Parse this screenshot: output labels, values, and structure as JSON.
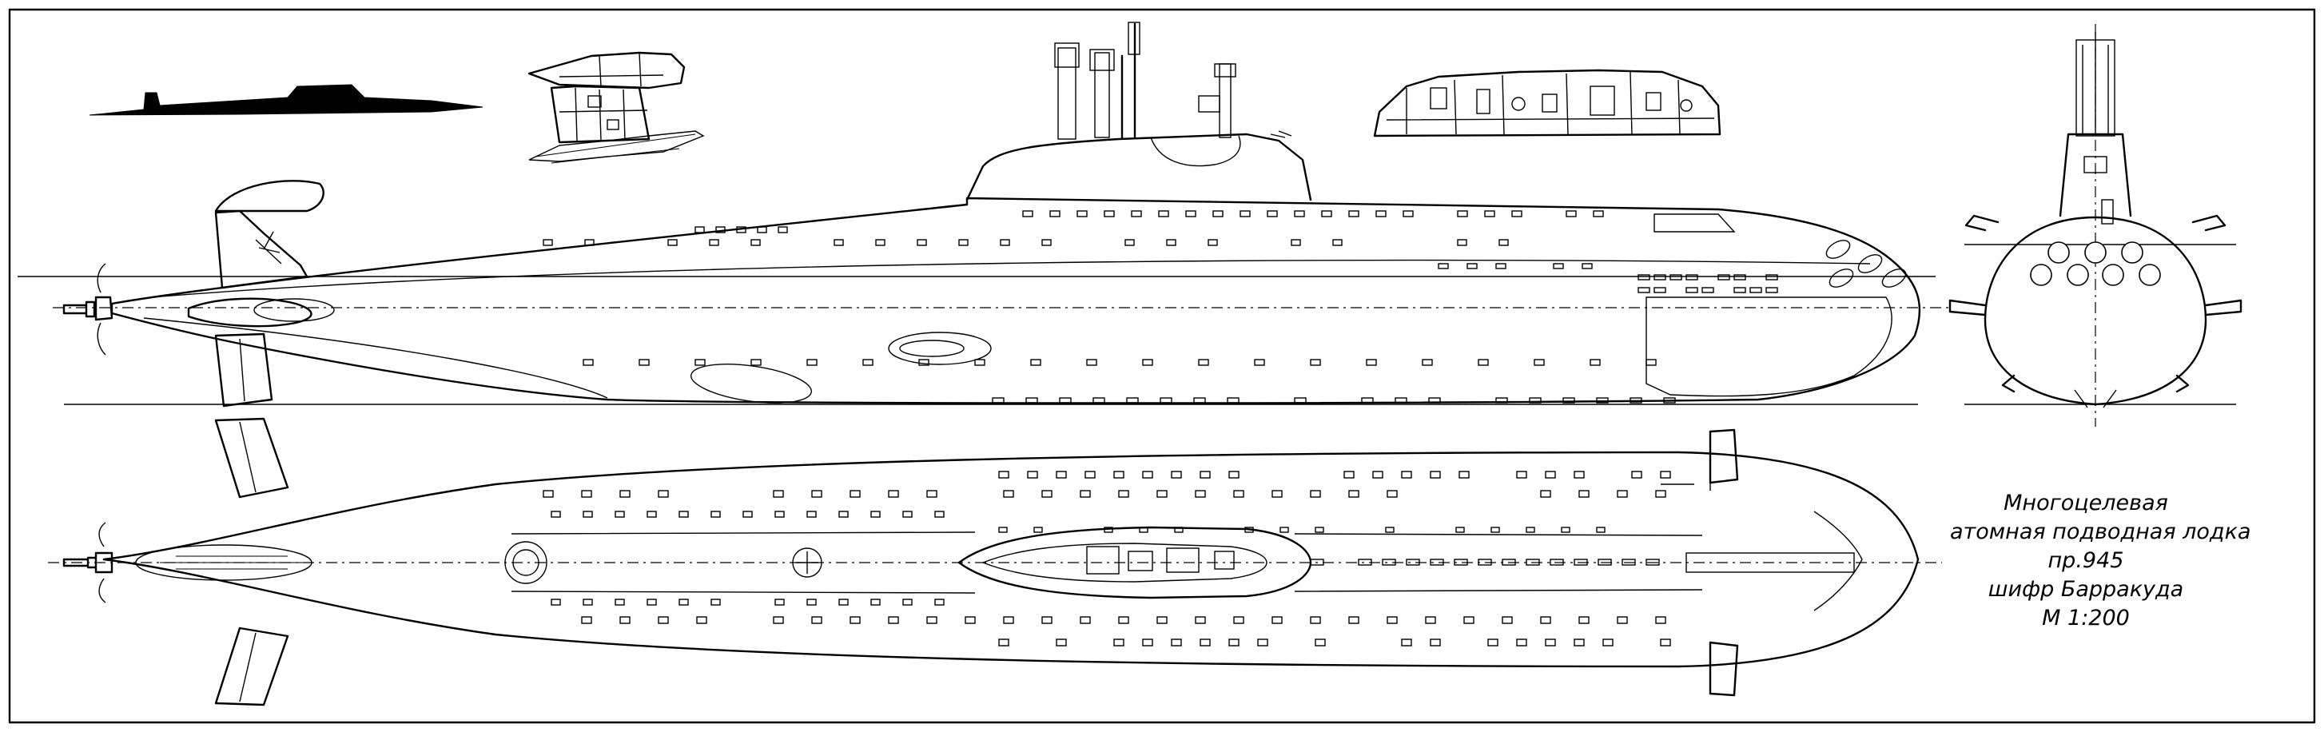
{
  "title_block": {
    "line1": "Многоцелевая",
    "line2": "атомная подводная лодка",
    "line3": "пр.945",
    "line4": "шифр Барракуда",
    "line5": "М 1:200"
  },
  "colors": {
    "ink": "#000000",
    "paper": "#ffffff"
  }
}
